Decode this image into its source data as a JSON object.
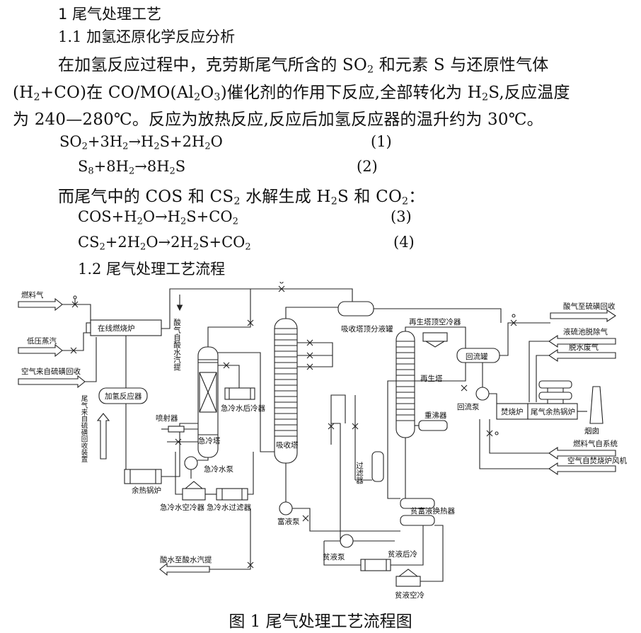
{
  "section": {
    "title": "1 尾气处理工艺"
  },
  "subsection1": {
    "title": "1.1 加氢还原化学反应分析"
  },
  "paragraph1": {
    "line1": {
      "a": "在加氢反应过程中，克劳斯尾气所含的 SO",
      "b": "2",
      "c": " 和元素 S 与还原性气体"
    },
    "line2": {
      "a": "(H",
      "b": "2",
      "c": "+CO)在 CO/MO(Al",
      "d": "2",
      "e": "O",
      "f": "3",
      "g": ")催化剂的作用下反应,全部转化为 H",
      "h": "2",
      "i": "S,反应温度"
    },
    "line3": "为 240—280℃。反应为放热反应,反应后加氢反应器的温升约为 30℃。"
  },
  "equations": {
    "eq1": {
      "parts": [
        "SO",
        "2",
        "+3H",
        "2",
        "→H",
        "2",
        "S+2H",
        "2",
        "O"
      ],
      "num": "(1)"
    },
    "eq2": {
      "parts": [
        "S",
        "8",
        "+8H",
        "2",
        "→8H",
        "2",
        "S"
      ],
      "num": "(2)"
    },
    "eq3": {
      "parts": [
        "COS+H",
        "2",
        "O→H",
        "2",
        "S+CO",
        "2"
      ],
      "num": "(3)"
    },
    "eq4": {
      "parts": [
        "CS",
        "2",
        "+2H",
        "2",
        "O→2H",
        "2",
        "S+CO",
        "2"
      ],
      "num": "(4)"
    }
  },
  "paragraph2": {
    "a": "而尾气中的 COS 和 CS",
    "b": "2",
    "c": " 水解生成 H",
    "d": "2",
    "e": "S 和 CO",
    "f": "2",
    "g": "："
  },
  "subsection2": {
    "title": "1.2 尾气处理工艺流程"
  },
  "diagram": {
    "labels": {
      "fuel_gas": "燃料气",
      "low_pressure_steam": "低压蒸汽",
      "air_from_sru": "空气来自硫磺回收",
      "online_heater": "在线燃烧炉",
      "hydrogenation_reactor": "加氢反应器",
      "tail_gas_from_sru": "尾气来自硫磺回收装置",
      "waste_heat_boiler": "余热锅炉",
      "sour_water_stripper": "酸气自酸水汽提",
      "ejector": "喷射器",
      "quench_tower": "急冷塔",
      "quench_pump": "急冷水泵",
      "quench_aftercooler": "急冷水后冷器",
      "quench_air_cooler": "急冷水空冷器",
      "quench_filter": "急冷水过滤器",
      "sour_water_out": "酸水至酸水汽提",
      "absorber": "吸收塔",
      "absorber_top_knockout": "吸收塔顶分液罐",
      "rich_pump": "富液泵",
      "lean_pump": "贫液泵",
      "filter": "过滤器",
      "lean_rich_exchanger": "贫富液换热器",
      "lean_aftercooler": "贫液后冷",
      "lean_air_cooler": "贫液空冷",
      "regenerator_top_cooler": "再生塔顶空冷器",
      "regenerator": "再生塔",
      "reboiler": "重沸器",
      "reflux_drum": "回流罐",
      "reflux_pump": "回流泵",
      "acid_gas_to_sru": "酸气至硫磺回收",
      "sulfur_pit_gas": "液硫池脱除气",
      "dehydration_waste_gas": "脱水废气",
      "incinerator": "焚烧炉",
      "tail_gas_boiler": "尾气余热锅炉",
      "chimney": "烟囱",
      "fuel_gas_from_system": "燃料气自系统",
      "air_from_incinerator_fan": "空气自焚烧炉风机"
    }
  },
  "caption": "图 1 尾气处理工艺流程图"
}
